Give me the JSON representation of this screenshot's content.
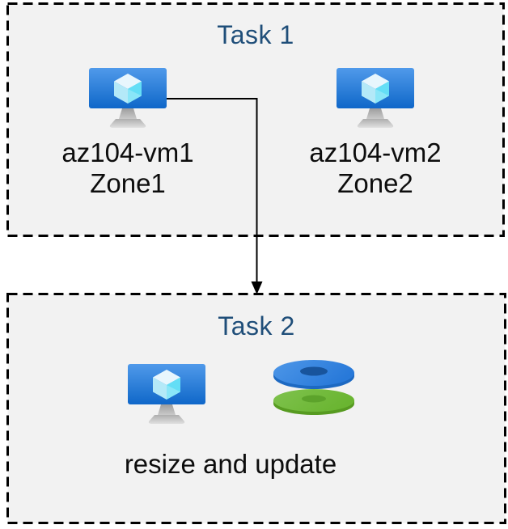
{
  "colors": {
    "page_background": "#ffffff",
    "box_background": "#f2f2f2",
    "box_border": "#000000",
    "title_text": "#1f4e79",
    "label_text": "#0d0d0d",
    "connector": "#000000",
    "vm_screen_top": "#509aea",
    "vm_screen_bottom": "#0f67c9",
    "vm_cube_top": "#e8f6fd",
    "vm_cube_left": "#b4e9f8",
    "vm_cube_right": "#8ae6f8",
    "vm_cube_right_bright": "#64def6",
    "vm_stand_gray": "#b3b3b3",
    "disk_blue_top": "#3585e0",
    "disk_blue_rim": "#1d69c2",
    "disk_blue_hole": "#18549c",
    "disk_green_top": "#73bc3f",
    "disk_green_rim": "#579b21",
    "disk_green_hole": "#5ca32b"
  },
  "task1": {
    "title": "Task 1",
    "vms": [
      {
        "label": "az104-vm1",
        "zone": "Zone1",
        "icon": "virtual-machine-icon"
      },
      {
        "label": "az104-vm2",
        "zone": "Zone2",
        "icon": "virtual-machine-icon"
      }
    ]
  },
  "connector": {
    "type": "elbow-arrow",
    "from": "az104-vm1",
    "to": "Task 2"
  },
  "task2": {
    "title": "Task 2",
    "icons": [
      {
        "icon": "virtual-machine-icon"
      },
      {
        "icon": "disks-icon"
      }
    ],
    "caption": "resize and update"
  }
}
